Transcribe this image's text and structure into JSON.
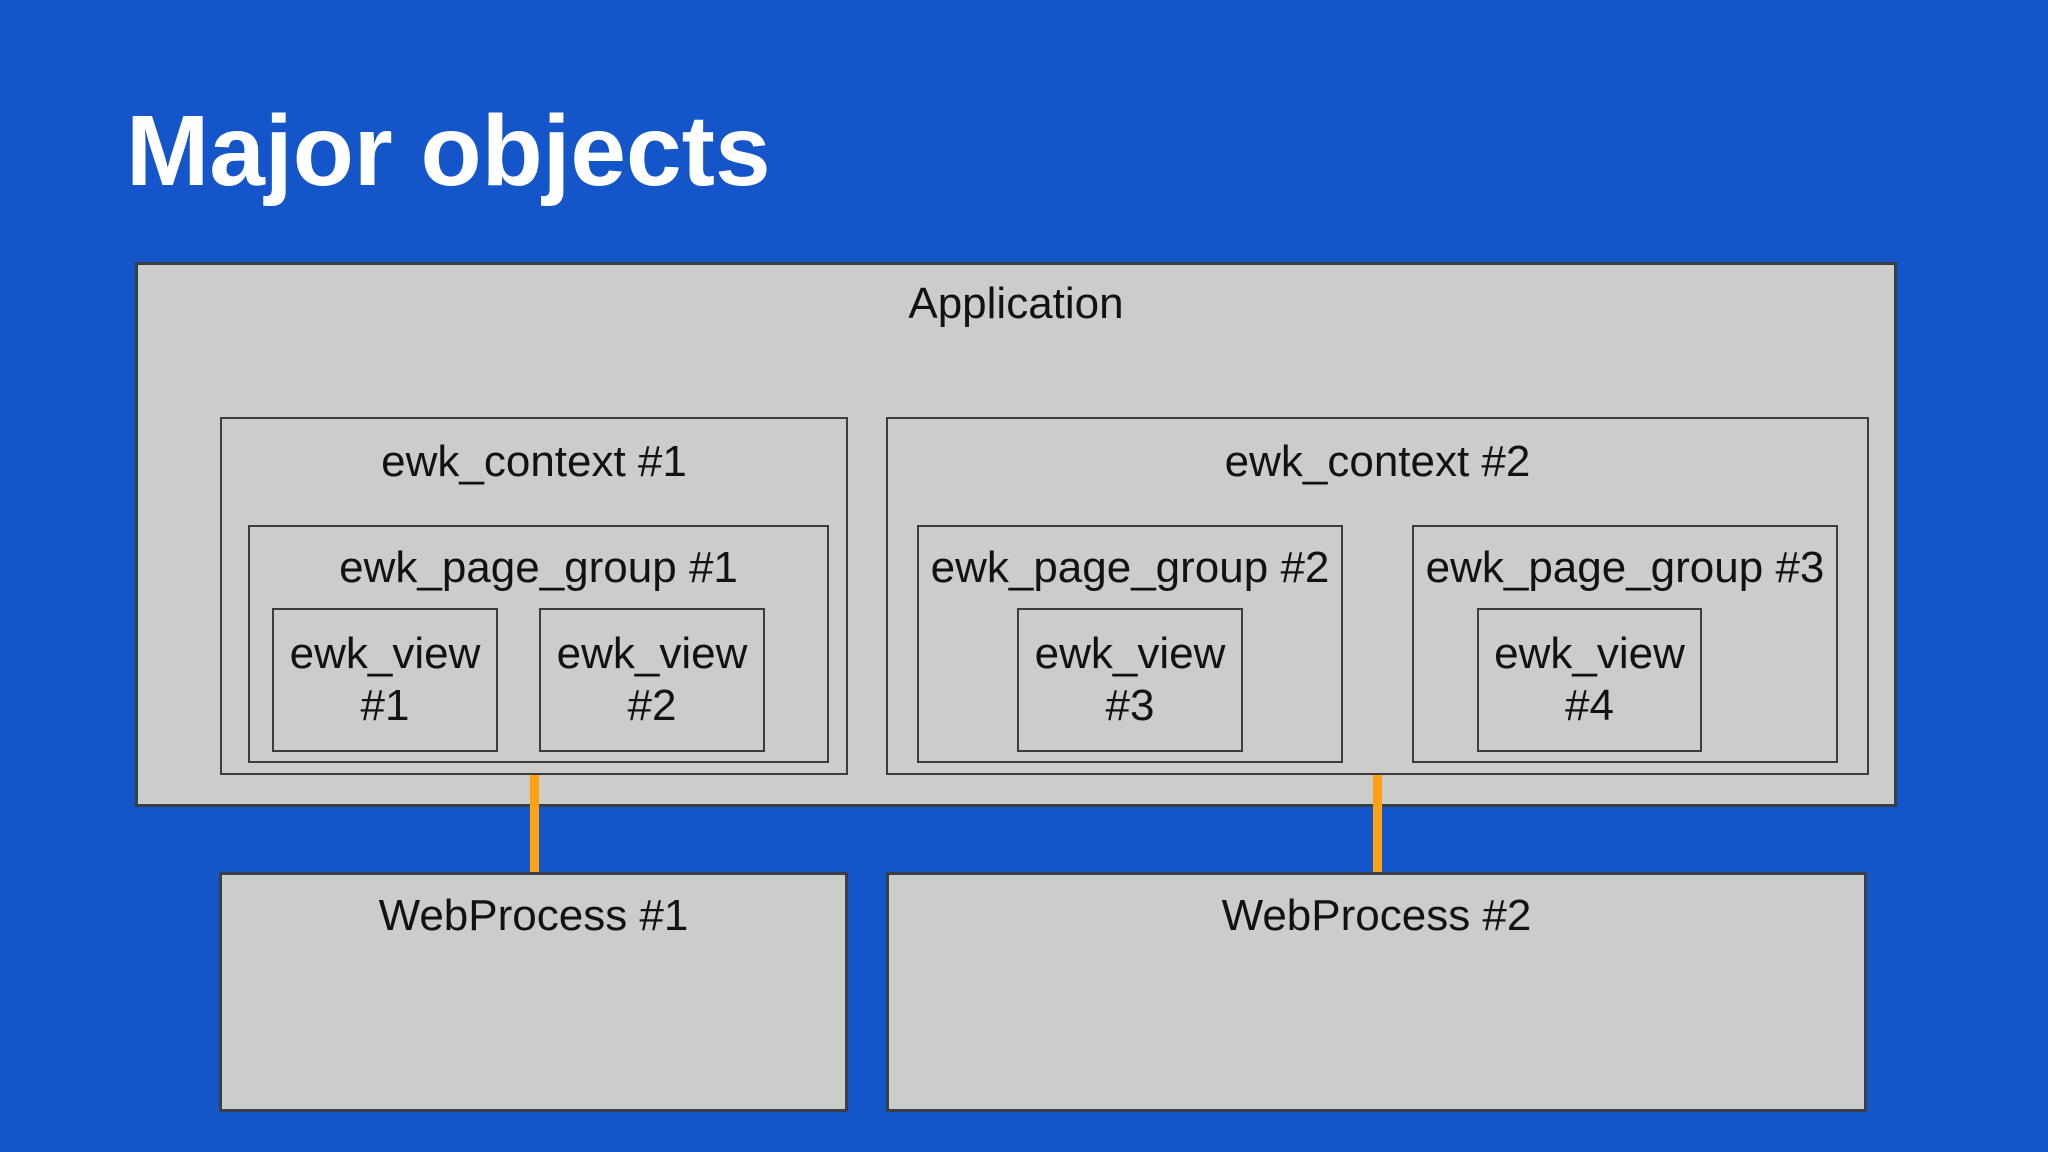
{
  "slide": {
    "title": "Major objects",
    "colors": {
      "background": "#1456CA",
      "box_fill": "#CBCDCA",
      "outer_border": "#3A3F47",
      "inner_border": "#3C3C3C",
      "connector": "#FFA112",
      "title_text": "#FFFFFF",
      "label_text": "#121212"
    }
  },
  "diagram": {
    "application": {
      "label": "Application"
    },
    "contexts": [
      {
        "label": "ewk_context #1",
        "page_groups": [
          {
            "label": "ewk_page_group #1",
            "views": [
              {
                "name": "ewk_view",
                "number": "#1"
              },
              {
                "name": "ewk_view",
                "number": "#2"
              }
            ]
          }
        ]
      },
      {
        "label": "ewk_context #2",
        "page_groups": [
          {
            "label": "ewk_page_group #2",
            "views": [
              {
                "name": "ewk_view",
                "number": "#3"
              }
            ]
          },
          {
            "label": "ewk_page_group #3",
            "views": [
              {
                "name": "ewk_view",
                "number": "#4"
              }
            ]
          }
        ]
      }
    ],
    "processes": [
      {
        "label": "WebProcess #1"
      },
      {
        "label": "WebProcess #2"
      }
    ]
  }
}
